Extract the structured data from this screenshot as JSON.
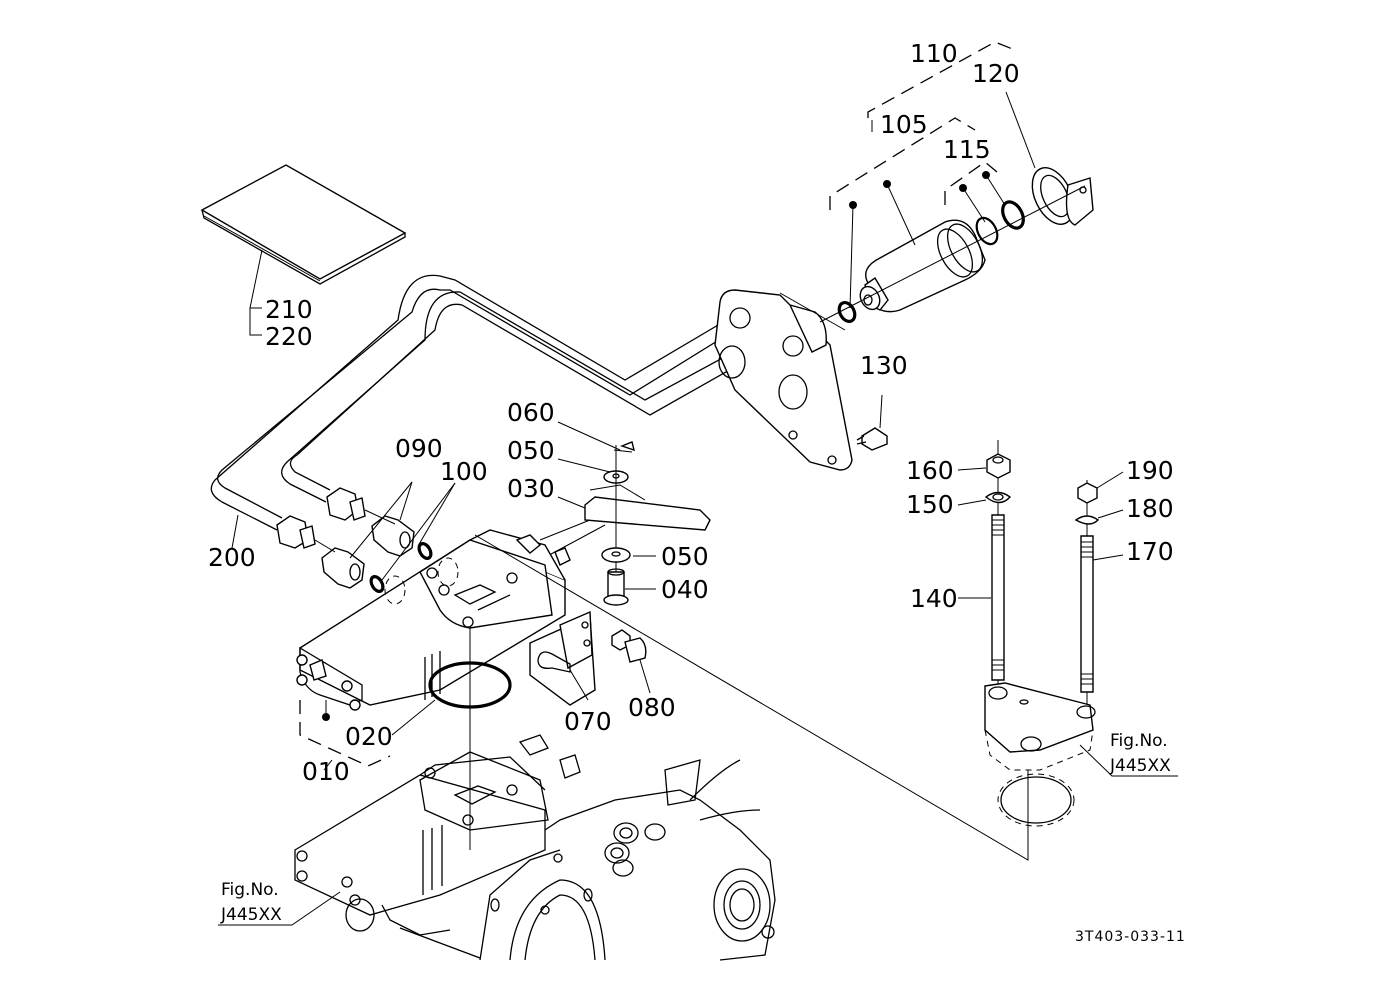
{
  "diagram": {
    "title": "Hydraulic valve assembly exploded view",
    "drawing_code": "3T403-033-11",
    "fig_refs": [
      {
        "line1": "Fig.No.",
        "line2": "J445XX"
      },
      {
        "line1": "Fig.No.",
        "line2": "J445XX"
      }
    ],
    "parts": {
      "p010": "010",
      "p020": "020",
      "p030": "030",
      "p040": "040",
      "p050a": "050",
      "p050b": "050",
      "p060": "060",
      "p070": "070",
      "p080": "080",
      "p090": "090",
      "p100": "100",
      "p105": "105",
      "p110": "110",
      "p115": "115",
      "p120": "120",
      "p130": "130",
      "p140": "140",
      "p150": "150",
      "p160": "160",
      "p170": "170",
      "p180": "180",
      "p190": "190",
      "p200": "200",
      "p210": "210",
      "p220": "220"
    }
  }
}
